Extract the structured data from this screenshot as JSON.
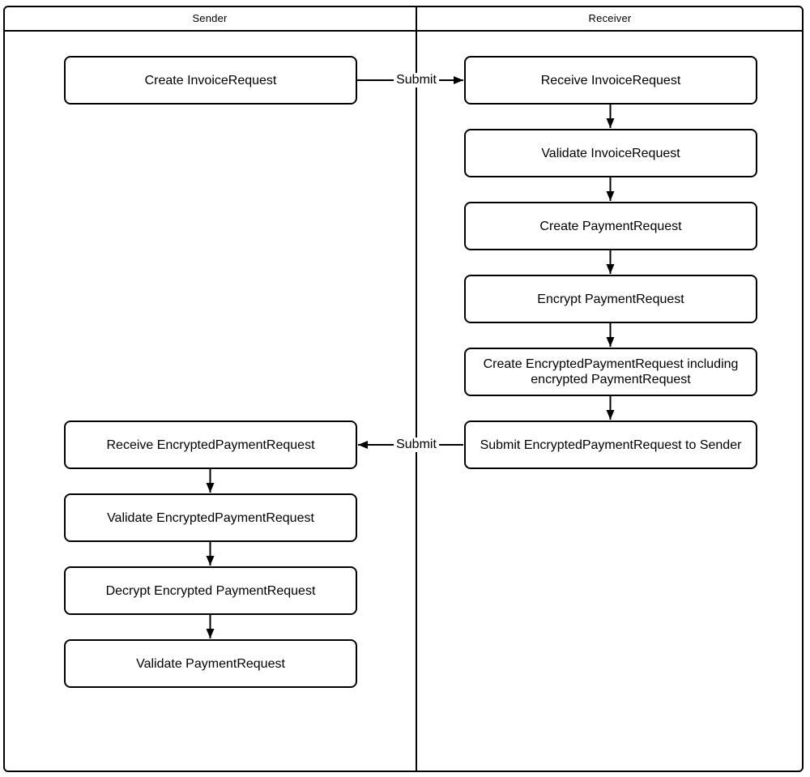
{
  "lanes": [
    {
      "title": "Sender",
      "steps": [
        {
          "label": "Create InvoiceRequest"
        },
        {
          "label": "Receive EncryptedPaymentRequest"
        },
        {
          "label": "Validate EncryptedPaymentRequest"
        },
        {
          "label": "Decrypt Encrypted PaymentRequest"
        },
        {
          "label": "Validate PaymentRequest"
        }
      ]
    },
    {
      "title": "Receiver",
      "steps": [
        {
          "label": "Receive InvoiceRequest"
        },
        {
          "label": "Validate InvoiceRequest"
        },
        {
          "label": "Create PaymentRequest"
        },
        {
          "label": "Encrypt PaymentRequest"
        },
        {
          "label": "Create EncryptedPaymentRequest including encrypted PaymentRequest"
        },
        {
          "label": "Submit EncryptedPaymentRequest to Sender"
        }
      ]
    }
  ],
  "connectors": [
    {
      "from": "Create InvoiceRequest",
      "to": "Receive InvoiceRequest",
      "label": "Submit"
    },
    {
      "from": "Submit EncryptedPaymentRequest to Sender",
      "to": "Receive EncryptedPaymentRequest",
      "label": "Submit"
    }
  ],
  "colors": {
    "stroke": "#000000",
    "fill": "#ffffff"
  }
}
